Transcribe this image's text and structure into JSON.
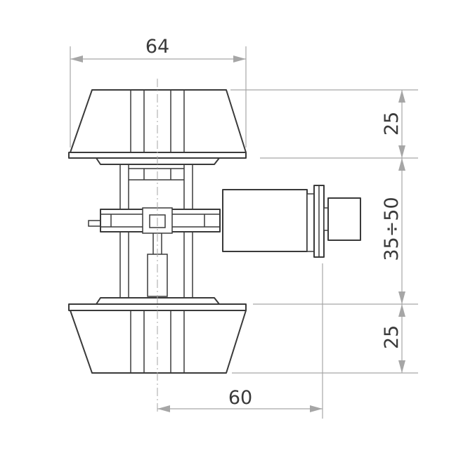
{
  "dimensions": {
    "knob_width": "64",
    "top_knob_height": "25",
    "door_thickness": "35÷50",
    "bottom_knob_height": "25",
    "backset": "60"
  },
  "colors": {
    "outline": "#3a3a3a",
    "dimension_line": "#a6a6a6",
    "background": "#ffffff"
  }
}
